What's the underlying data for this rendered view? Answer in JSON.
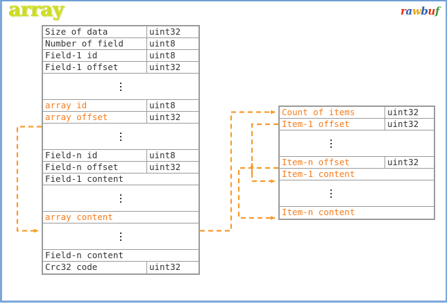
{
  "page": {
    "title": "array",
    "accent_color": "#f77c1b",
    "title_color": "#ccdd22",
    "border_color": "#7ba7d7",
    "table_border_color": "#9a9a9a",
    "text_color": "#333333"
  },
  "logo": {
    "text": "rawbuf",
    "letters": [
      {
        "char": "r",
        "color": "#dd3311"
      },
      {
        "char": "a",
        "color": "#2a5db0"
      },
      {
        "char": "w",
        "color": "#e8a317"
      },
      {
        "char": "b",
        "color": "#2a5db0"
      },
      {
        "char": "u",
        "color": "#dd3311"
      },
      {
        "char": "f",
        "color": "#3c9a3c"
      }
    ]
  },
  "left_table": {
    "name": "record-layout",
    "rows": [
      {
        "name": "Size of data",
        "type": "uint32",
        "accent": false,
        "kind": "field"
      },
      {
        "name": "Number of field",
        "type": "uint8",
        "accent": false,
        "kind": "field"
      },
      {
        "name": "Field-1 id",
        "type": "uint8",
        "accent": false,
        "kind": "field"
      },
      {
        "name": "Field-1 offset",
        "type": "uint32",
        "accent": false,
        "kind": "field"
      },
      {
        "name": "",
        "type": "",
        "accent": false,
        "kind": "ellipsis"
      },
      {
        "name": "array id",
        "type": "uint8",
        "accent": true,
        "kind": "field"
      },
      {
        "name": "array offset",
        "type": "uint32",
        "accent": true,
        "kind": "field"
      },
      {
        "name": "",
        "type": "",
        "accent": false,
        "kind": "ellipsis"
      },
      {
        "name": "Field-n id",
        "type": "uint8",
        "accent": false,
        "kind": "field"
      },
      {
        "name": "Field-n offset",
        "type": "uint32",
        "accent": false,
        "kind": "field"
      },
      {
        "name": "Field-1 content",
        "type": "",
        "accent": false,
        "kind": "field-wide"
      },
      {
        "name": "",
        "type": "",
        "accent": false,
        "kind": "ellipsis"
      },
      {
        "name": "array content",
        "type": "",
        "accent": true,
        "kind": "field-wide"
      },
      {
        "name": "",
        "type": "",
        "accent": false,
        "kind": "ellipsis"
      },
      {
        "name": "Field-n content",
        "type": "",
        "accent": false,
        "kind": "field-wide"
      },
      {
        "name": "Crc32 code",
        "type": "uint32",
        "accent": false,
        "kind": "field"
      }
    ]
  },
  "right_table": {
    "name": "array-layout",
    "rows": [
      {
        "name": "Count of items",
        "type": "uint32",
        "accent": true,
        "kind": "field"
      },
      {
        "name": "Item-1 offset",
        "type": "uint32",
        "accent": true,
        "kind": "field"
      },
      {
        "name": "",
        "type": "",
        "accent": false,
        "kind": "ellipsis"
      },
      {
        "name": "Item-n offset",
        "type": "uint32",
        "accent": true,
        "kind": "field"
      },
      {
        "name": "Item-1 content",
        "type": "",
        "accent": true,
        "kind": "field-wide"
      },
      {
        "name": "",
        "type": "",
        "accent": false,
        "kind": "ellipsis"
      },
      {
        "name": "Item-n content",
        "type": "",
        "accent": true,
        "kind": "field-wide"
      }
    ]
  },
  "connectors": [
    {
      "name": "array-offset-to-array-content"
    },
    {
      "name": "array-content-to-count-of-items"
    },
    {
      "name": "item-1-offset-to-item-1-content"
    },
    {
      "name": "item-n-offset-to-item-n-content"
    }
  ]
}
